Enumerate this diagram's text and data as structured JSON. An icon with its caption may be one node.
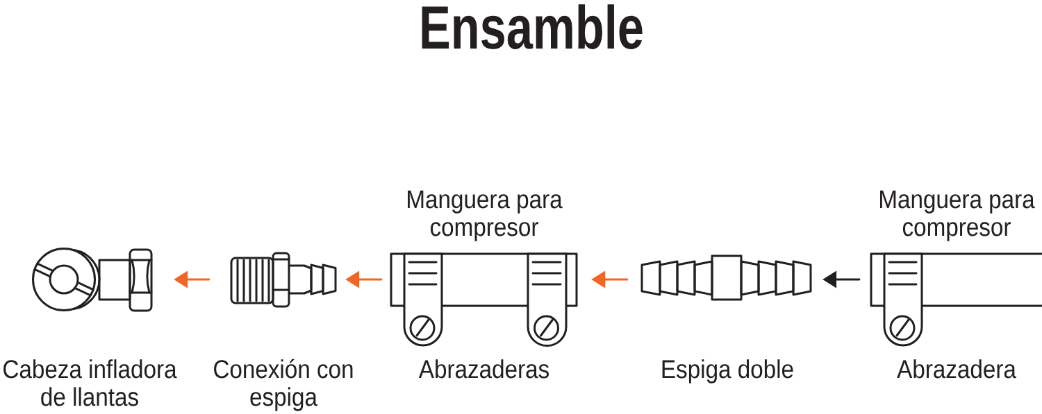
{
  "diagram": {
    "title": "Ensamble",
    "nodes": [
      {
        "text": [
          "Cabeza infladora de llantas"
        ]
      },
      {
        "text": [
          "Conexión con espiga"
        ]
      },
      {
        "text": [
          "Manguera para compresor",
          "Abrazaderas"
        ]
      },
      {
        "text": [
          "Espiga doble"
        ]
      },
      {
        "text": [
          "Manguera para compresor",
          "Abrazadera"
        ]
      }
    ],
    "edges": [
      {
        "from": 1,
        "to": 0,
        "arrow": "to"
      },
      {
        "from": 2,
        "to": 1,
        "arrow": "to"
      },
      {
        "from": 3,
        "to": 2,
        "arrow": "to"
      },
      {
        "from": 4,
        "to": 3,
        "arrow": "to",
        "color": "#231f20"
      }
    ]
  }
}
